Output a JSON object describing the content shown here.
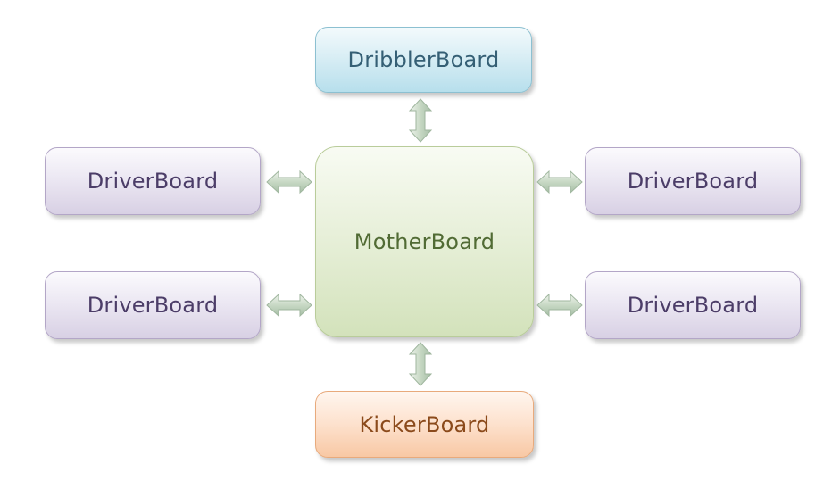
{
  "nodes": {
    "dribbler": "DribblerBoard",
    "mother": "MotherBoard",
    "kicker": "KickerBoard",
    "driver_top_left": "DriverBoard",
    "driver_bottom_left": "DriverBoard",
    "driver_top_right": "DriverBoard",
    "driver_bottom_right": "DriverBoard"
  },
  "connections": [
    {
      "from": "MotherBoard",
      "to": "DribblerBoard",
      "direction": "bidirectional"
    },
    {
      "from": "MotherBoard",
      "to": "KickerBoard",
      "direction": "bidirectional"
    },
    {
      "from": "MotherBoard",
      "to": "DriverBoard (top-left)",
      "direction": "bidirectional"
    },
    {
      "from": "MotherBoard",
      "to": "DriverBoard (bottom-left)",
      "direction": "bidirectional"
    },
    {
      "from": "MotherBoard",
      "to": "DriverBoard (top-right)",
      "direction": "bidirectional"
    },
    {
      "from": "MotherBoard",
      "to": "DriverBoard (bottom-right)",
      "direction": "bidirectional"
    }
  ],
  "colors": {
    "dribbler": "#b7dfec",
    "mother": "#d3e2bb",
    "kicker": "#f8c8a4",
    "driver": "#d8d0e4",
    "arrow": "#c6d7c0"
  }
}
